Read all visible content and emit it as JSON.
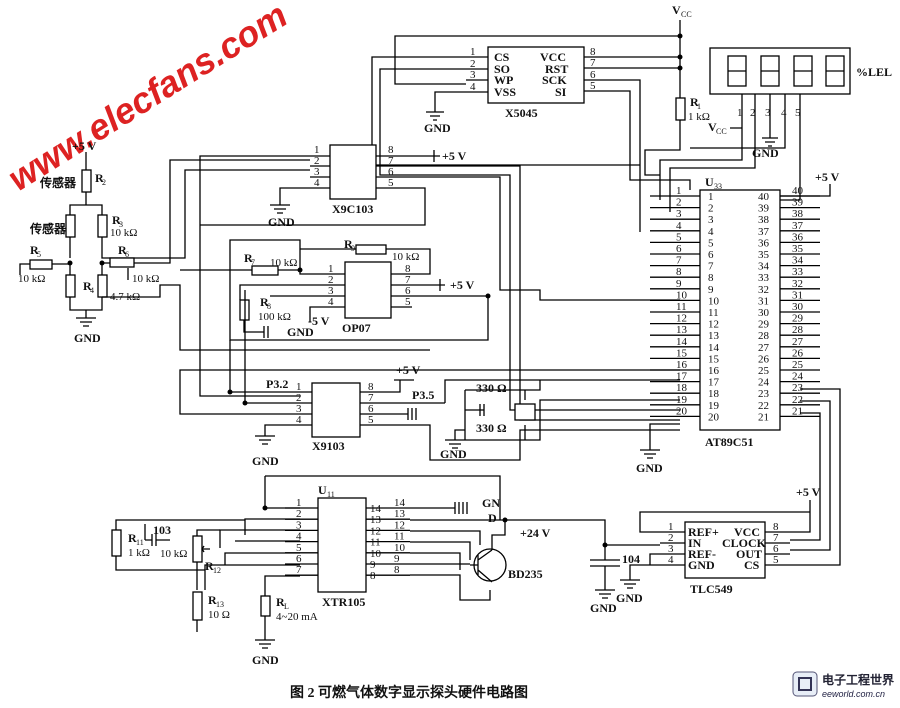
{
  "watermark": "www.elecfans.com",
  "caption": "图 2 可燃气体数字显示探头硬件电路图",
  "logo": {
    "title": "电子工程世界",
    "url": "eeworld.com.cn"
  },
  "power": {
    "vcc": "V",
    "vcc_sub": "CC",
    "plus5": "+5 V",
    "minus5": "-5 V",
    "plus24": "+24 V",
    "gnd": "GND"
  },
  "chips": {
    "x5045": {
      "name": "X5045",
      "left_pins": [
        "1",
        "2",
        "3",
        "4"
      ],
      "left_names": [
        "CS",
        "SO",
        "WP",
        "VSS"
      ],
      "right_pins": [
        "8",
        "7",
        "6",
        "5"
      ],
      "right_names": [
        "VCC",
        "RST",
        "SCK",
        "SI"
      ]
    },
    "x9c103": {
      "name": "X9C103",
      "left_pins": [
        "1",
        "2",
        "3",
        "4"
      ],
      "right_pins": [
        "8",
        "7",
        "6",
        "5"
      ]
    },
    "op07": {
      "name": "OP07",
      "left_pins": [
        "1",
        "2",
        "3",
        "4"
      ],
      "right_pins": [
        "8",
        "7",
        "6",
        "5"
      ]
    },
    "x9103": {
      "name": "X9103",
      "left_pins": [
        "1",
        "2",
        "3",
        "4"
      ],
      "right_pins": [
        "8",
        "7",
        "6",
        "5"
      ],
      "p32": "P3.2",
      "p35": "P3.5"
    },
    "at89c51": {
      "name": "AT89C51",
      "ref": "U",
      "ref_sub": "33",
      "left_pins": [
        "1",
        "2",
        "3",
        "4",
        "5",
        "6",
        "7",
        "8",
        "9",
        "10",
        "11",
        "12",
        "13",
        "14",
        "15",
        "16",
        "17",
        "18",
        "19",
        "20"
      ],
      "right_pins": [
        "40",
        "39",
        "38",
        "37",
        "36",
        "35",
        "34",
        "33",
        "32",
        "31",
        "30",
        "29",
        "28",
        "27",
        "26",
        "25",
        "24",
        "23",
        "22",
        "21"
      ]
    },
    "xtr105": {
      "name": "XTR105",
      "ref": "U",
      "ref_sub": "11",
      "left_pins": [
        "1",
        "2",
        "3",
        "4",
        "5",
        "6",
        "7"
      ],
      "right_pins": [
        "14",
        "13",
        "12",
        "11",
        "10",
        "9",
        "8"
      ]
    },
    "tlc549": {
      "name": "TLC549",
      "left_pins": [
        "1",
        "2",
        "3",
        "4"
      ],
      "left_names": [
        "REF+",
        "IN",
        "REF-",
        "GND"
      ],
      "right_pins": [
        "8",
        "7",
        "6",
        "5"
      ],
      "right_names": [
        "VCC",
        "CLOCK",
        "OUT",
        "CS"
      ]
    }
  },
  "display": {
    "unit": "%LEL",
    "pins": [
      "1",
      "2",
      "3",
      "4",
      "5"
    ],
    "vcc": "V",
    "vcc_sub": "CC"
  },
  "components": {
    "sensor": "传感器",
    "r1": {
      "ref": "R",
      "sub": "1",
      "value": "1 kΩ"
    },
    "r2": {
      "ref": "R",
      "sub": "2"
    },
    "r3": {
      "ref": "R",
      "sub": "3",
      "value": "10 kΩ"
    },
    "r4": {
      "ref": "R",
      "sub": "4",
      "value": "4.7 kΩ"
    },
    "r5": {
      "ref": "R",
      "sub": "5",
      "value": "10 kΩ"
    },
    "r6": {
      "ref": "R",
      "sub": "6",
      "value": "10 kΩ"
    },
    "r7": {
      "ref": "R",
      "sub": "7",
      "value": "10 kΩ"
    },
    "r8": {
      "ref": "R",
      "sub": "8",
      "value": "100 kΩ"
    },
    "r9": {
      "ref": "R",
      "sub": "9",
      "value": "10 kΩ"
    },
    "r11": {
      "ref": "R",
      "sub": "11",
      "value": "1 kΩ"
    },
    "r12": {
      "ref": "R",
      "sub": "12",
      "value": "10 kΩ"
    },
    "r13": {
      "ref": "R",
      "sub": "13",
      "value": "10 Ω"
    },
    "rl": {
      "ref": "R",
      "sub": "L",
      "value": "4~20 mA"
    },
    "c_top": "330 Ω",
    "c_bottom": "330 Ω",
    "c103": "103",
    "c104": "104",
    "transistor": "BD235",
    "gnd_d": [
      "GN",
      "D"
    ]
  }
}
